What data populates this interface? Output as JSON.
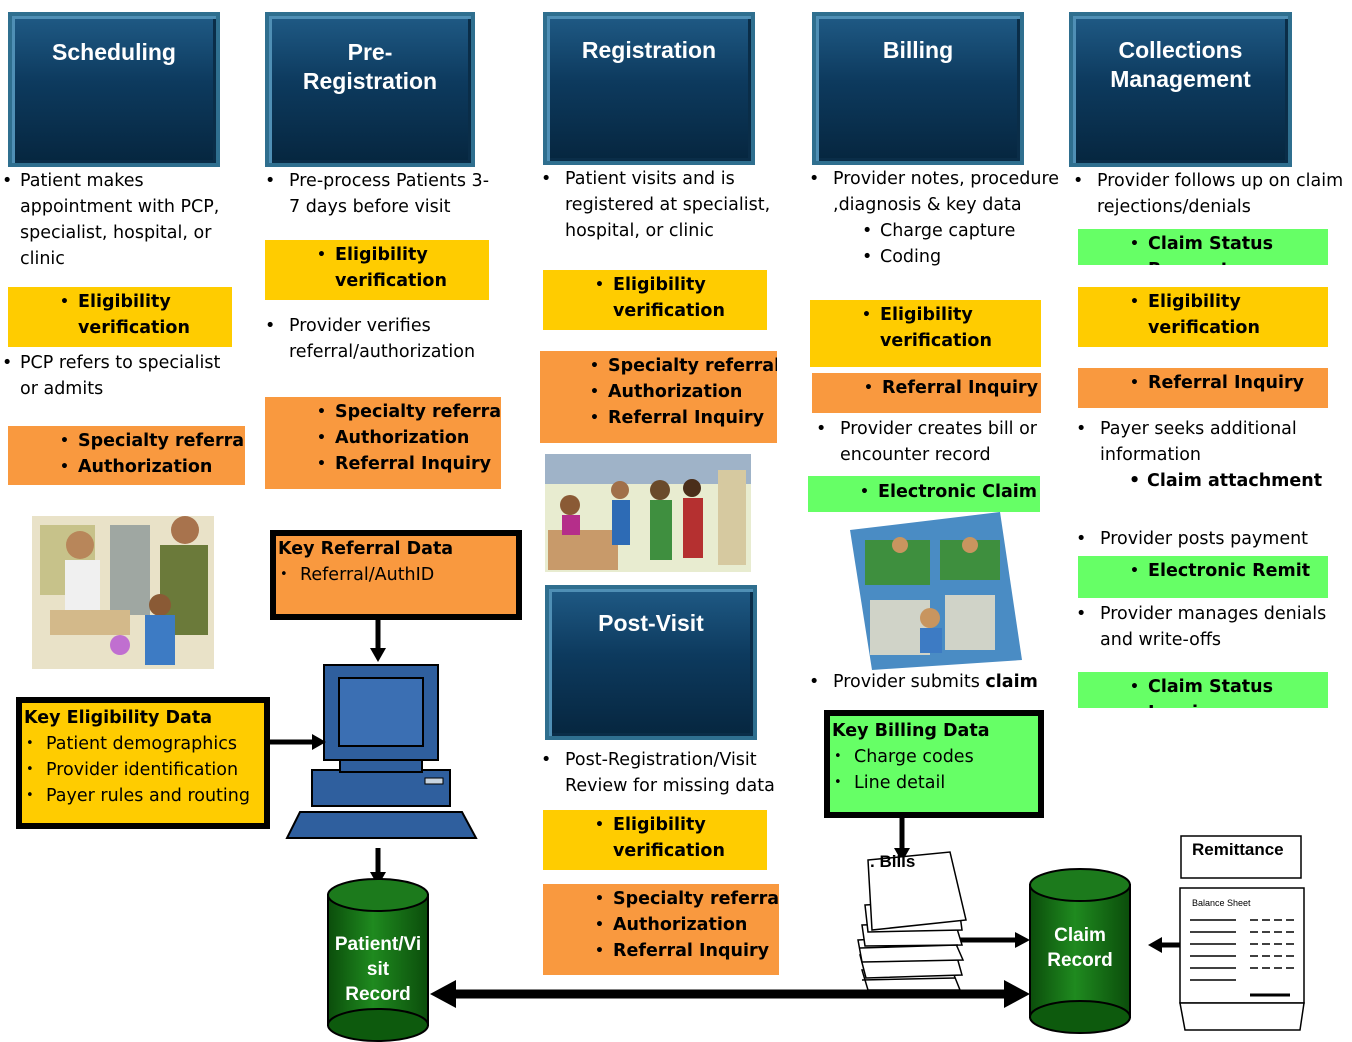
{
  "headers": {
    "scheduling": "Scheduling",
    "pre_registration": "Pre-\nRegistration",
    "registration": "Registration",
    "billing": "Billing",
    "collections": "Collections\nManagement",
    "post_visit": "Post-Visit"
  },
  "scheduling": {
    "text1": "Patient makes appointment with PCP, specialist, hospital, or clinic",
    "yellow": [
      "Eligibility verification"
    ],
    "text2": "PCP refers to specialist or admits",
    "orange": [
      "Specialty referral",
      "Authorization"
    ]
  },
  "pre_registration": {
    "text1": "Pre-process Patients 3-7 days before visit",
    "yellow": [
      "Eligibility verification"
    ],
    "text2": "Provider verifies referral/authorization",
    "orange": [
      "Specialty referral",
      "Authorization",
      "Referral Inquiry"
    ]
  },
  "registration": {
    "text1": "Patient visits and is registered at specialist, hospital, or clinic",
    "yellow": [
      "Eligibility verification"
    ],
    "orange": [
      "Specialty referral",
      "Authorization",
      "Referral Inquiry"
    ]
  },
  "post_visit": {
    "text1": "Post-Registration/Visit Review for missing data",
    "yellow": [
      "Eligibility verification"
    ],
    "orange": [
      "Specialty referral",
      "Authorization",
      "Referral Inquiry"
    ]
  },
  "billing": {
    "text1": "Provider notes, procedure ,diagnosis & key data",
    "sub": [
      "Charge capture",
      "Coding"
    ],
    "yellow": [
      "Eligibility verification"
    ],
    "orange": [
      "Referral Inquiry"
    ],
    "text2": "Provider creates bill or encounter record",
    "green": [
      "Electronic Claim"
    ],
    "text3_pre": "Provider submits ",
    "text3_bold": "claim"
  },
  "collections": {
    "text1": "Provider follows up on claim rejections/denials",
    "green1": [
      "Claim Status Request"
    ],
    "yellow": [
      "Eligibility verification"
    ],
    "orange": [
      "Referral Inquiry"
    ],
    "text2": "Payer seeks additional information",
    "text2_sub": "Claim attachment",
    "text3": "Provider posts payment",
    "green2": [
      "Electronic Remit"
    ],
    "text4": "Provider manages denials and write-offs",
    "green3": [
      "Claim Status Inquiry"
    ]
  },
  "key_referral": {
    "title": "Key Referral Data",
    "items": [
      "Referral/AuthID"
    ]
  },
  "key_eligibility": {
    "title": "Key Eligibility Data",
    "items": [
      "Patient demographics",
      "Provider identification",
      "Payer rules and routing"
    ]
  },
  "key_billing": {
    "title": "Key Billing Data",
    "items": [
      "Charge codes",
      "Line detail"
    ]
  },
  "records": {
    "patient": "Patient/Vi\nsit\nRecord",
    "claim": "Claim\nRecord"
  },
  "bills_label": ". Bills",
  "remittance_label": "Remittance",
  "balance_sheet_label": "Balance Sheet",
  "colors": {
    "header_dark": "#06263f",
    "yellow": "#ffcc00",
    "orange": "#f9993f",
    "green": "#66ff66",
    "cylinder": "#1a7a1a"
  },
  "icons": [
    "clinic-illustration",
    "registration-desk-illustration",
    "office-cubicles-illustration",
    "computer-icon",
    "bills-stack-icon",
    "balance-sheet-icon"
  ]
}
